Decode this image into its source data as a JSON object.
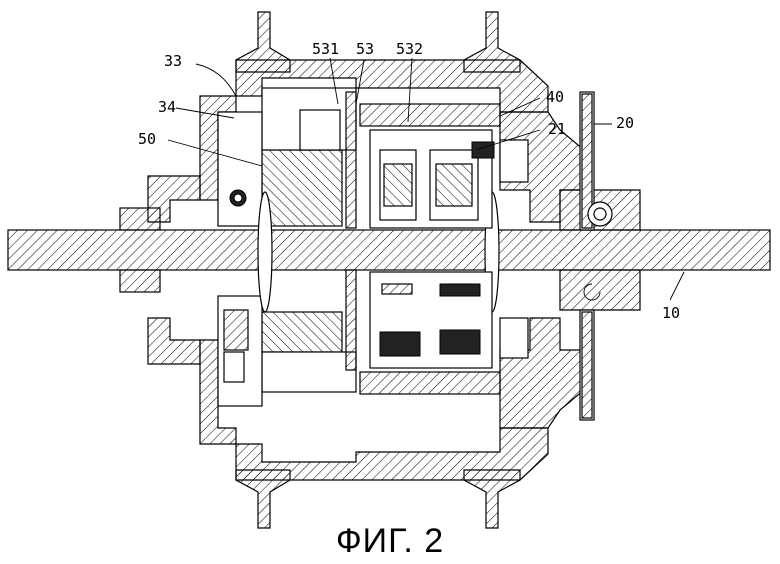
{
  "figure": {
    "caption": "ФИГ. 2",
    "labels": {
      "l33": "33",
      "l531": "531",
      "l53": "53",
      "l532": "532",
      "l40": "40",
      "l34": "34",
      "l20": "20",
      "l50": "50",
      "l21": "21",
      "l10": "10"
    }
  }
}
